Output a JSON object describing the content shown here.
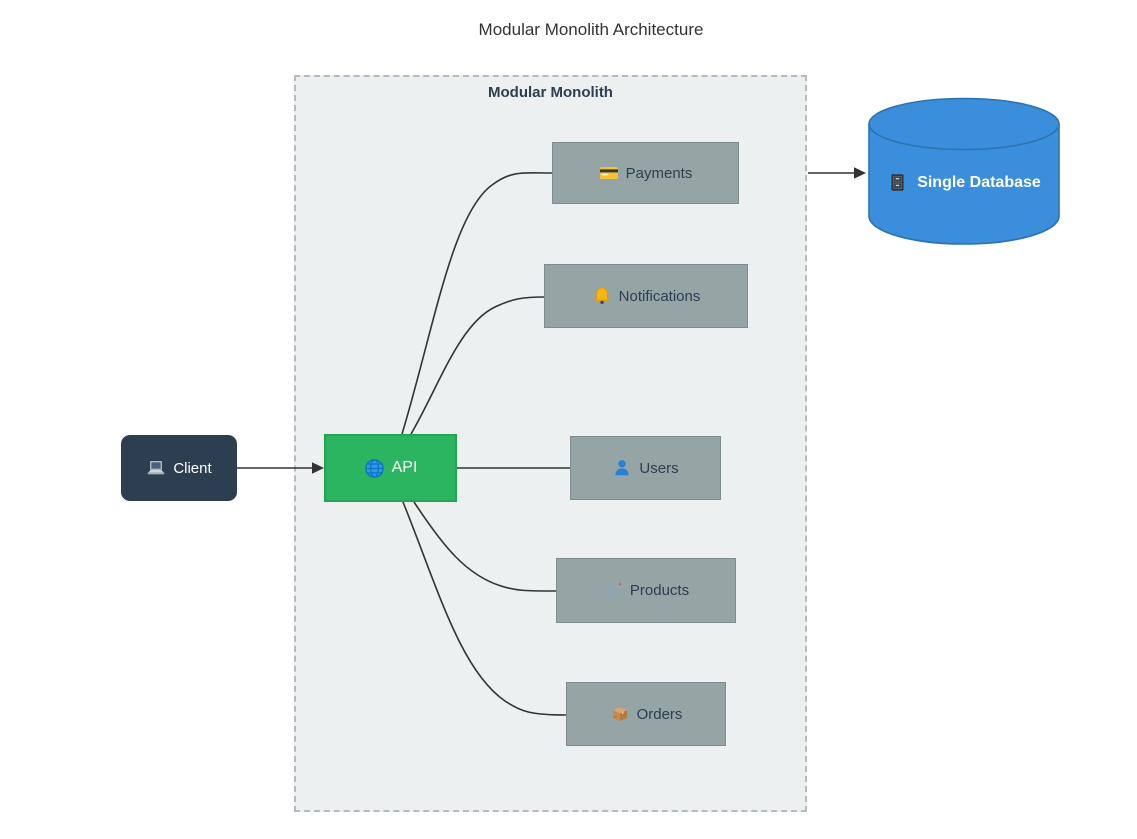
{
  "title": "Modular Monolith Architecture",
  "container": {
    "label": "Modular Monolith",
    "fill": "#edf0f1",
    "border_color": "#b4bcc2",
    "border_style": "dashed"
  },
  "nodes": {
    "client": {
      "label": "Client",
      "icon": "laptop-icon",
      "fill": "#2c3e50",
      "text_color": "#ffffff"
    },
    "api": {
      "label": "API",
      "icon": "globe-icon",
      "fill": "#2bb561",
      "border": "#23a453",
      "text_color": "#ffffff"
    },
    "payments": {
      "label": "Payments",
      "icon": "credit-card-icon",
      "fill": "#95a5a6",
      "border": "#7f8c8d",
      "text_color": "#2c3e50"
    },
    "notifications": {
      "label": "Notifications",
      "icon": "bell-icon",
      "fill": "#95a5a6",
      "border": "#7f8c8d",
      "text_color": "#2c3e50"
    },
    "users": {
      "label": "Users",
      "icon": "user-icon",
      "fill": "#95a5a6",
      "border": "#7f8c8d",
      "text_color": "#2c3e50"
    },
    "products": {
      "label": "Products",
      "icon": "shopping-cart-icon",
      "fill": "#95a5a6",
      "border": "#7f8c8d",
      "text_color": "#2c3e50"
    },
    "orders": {
      "label": "Orders",
      "icon": "package-icon",
      "fill": "#95a5a6",
      "border": "#7f8c8d",
      "text_color": "#2c3e50"
    },
    "database": {
      "label": "Single Database",
      "icon": "file-cabinet-icon",
      "fill": "#3a8edb",
      "border": "#2d72b0",
      "text_color": "#ffffff"
    }
  },
  "edges": [
    {
      "from": "client",
      "to": "api",
      "arrow": true
    },
    {
      "from": "api",
      "to": "payments",
      "arrow": false
    },
    {
      "from": "api",
      "to": "notifications",
      "arrow": false
    },
    {
      "from": "api",
      "to": "users",
      "arrow": false
    },
    {
      "from": "api",
      "to": "products",
      "arrow": false
    },
    {
      "from": "api",
      "to": "orders",
      "arrow": false
    },
    {
      "from": "modular-monolith",
      "to": "database",
      "arrow": true
    }
  ],
  "edge_color": "#333333"
}
